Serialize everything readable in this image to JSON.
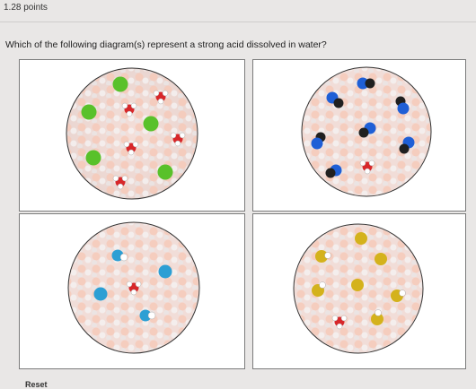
{
  "header": {
    "points": "1.28 points"
  },
  "question": {
    "text": "Which of the following diagram(s) represent a strong acid dissolved in water?"
  },
  "footer": {
    "label": "Reset"
  },
  "colors": {
    "background": "#e9e7e6",
    "card_border": "#7b7b7b",
    "chloride": "#59c12a",
    "hydronium_oxygen": "#d8272a",
    "cyanide_nitrogen": "#1f5fd6",
    "cyanide_carbon": "#202020",
    "fluoride": "#2c9fd4",
    "sulfur": "#d4b21c"
  },
  "options": [
    {
      "id": "A",
      "description_icon": "chloride-and-hydronium-ions"
    },
    {
      "id": "B",
      "description_icon": "cyanide-ions"
    },
    {
      "id": "C",
      "description_icon": "fluoride-and-hydronium-ions"
    },
    {
      "id": "D",
      "description_icon": "hydrosulfide-ions"
    }
  ]
}
